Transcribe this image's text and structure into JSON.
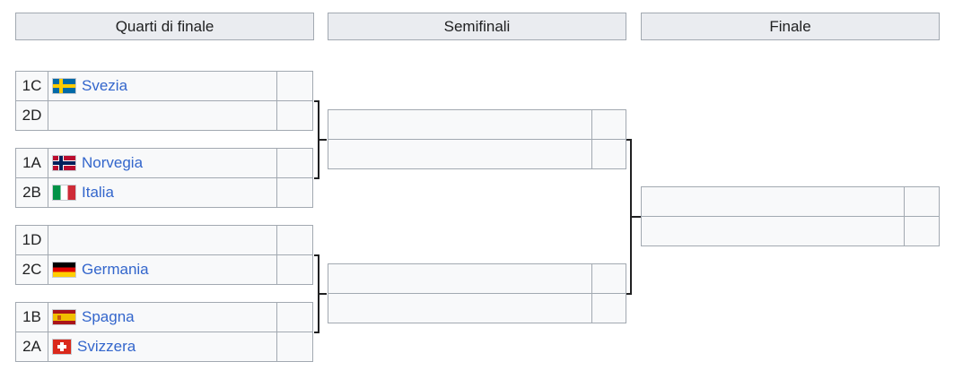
{
  "rounds": [
    {
      "label": "Quarti di finale"
    },
    {
      "label": "Semifinali"
    },
    {
      "label": "Finale"
    }
  ],
  "quarterfinals": [
    {
      "seed": "1C",
      "team": "Svezia",
      "flag": "sweden-flag-icon",
      "score": ""
    },
    {
      "seed": "2D",
      "team": "",
      "flag": "",
      "score": ""
    },
    {
      "seed": "1A",
      "team": "Norvegia",
      "flag": "norway-flag-icon",
      "score": ""
    },
    {
      "seed": "2B",
      "team": "Italia",
      "flag": "italy-flag-icon",
      "score": ""
    },
    {
      "seed": "1D",
      "team": "",
      "flag": "",
      "score": ""
    },
    {
      "seed": "2C",
      "team": "Germania",
      "flag": "germany-flag-icon",
      "score": ""
    },
    {
      "seed": "1B",
      "team": "Spagna",
      "flag": "spain-flag-icon",
      "score": ""
    },
    {
      "seed": "2A",
      "team": "Svizzera",
      "flag": "switzerland-flag-icon",
      "score": ""
    }
  ],
  "semifinals": [
    {
      "team": "",
      "score": ""
    },
    {
      "team": "",
      "score": ""
    },
    {
      "team": "",
      "score": ""
    },
    {
      "team": "",
      "score": ""
    }
  ],
  "final": [
    {
      "team": "",
      "score": ""
    },
    {
      "team": "",
      "score": ""
    }
  ],
  "colors": {
    "link": "#3366cc",
    "cell_background": "#f8f9fa",
    "header_background": "#eaecf0",
    "border": "#a2a9b1"
  }
}
